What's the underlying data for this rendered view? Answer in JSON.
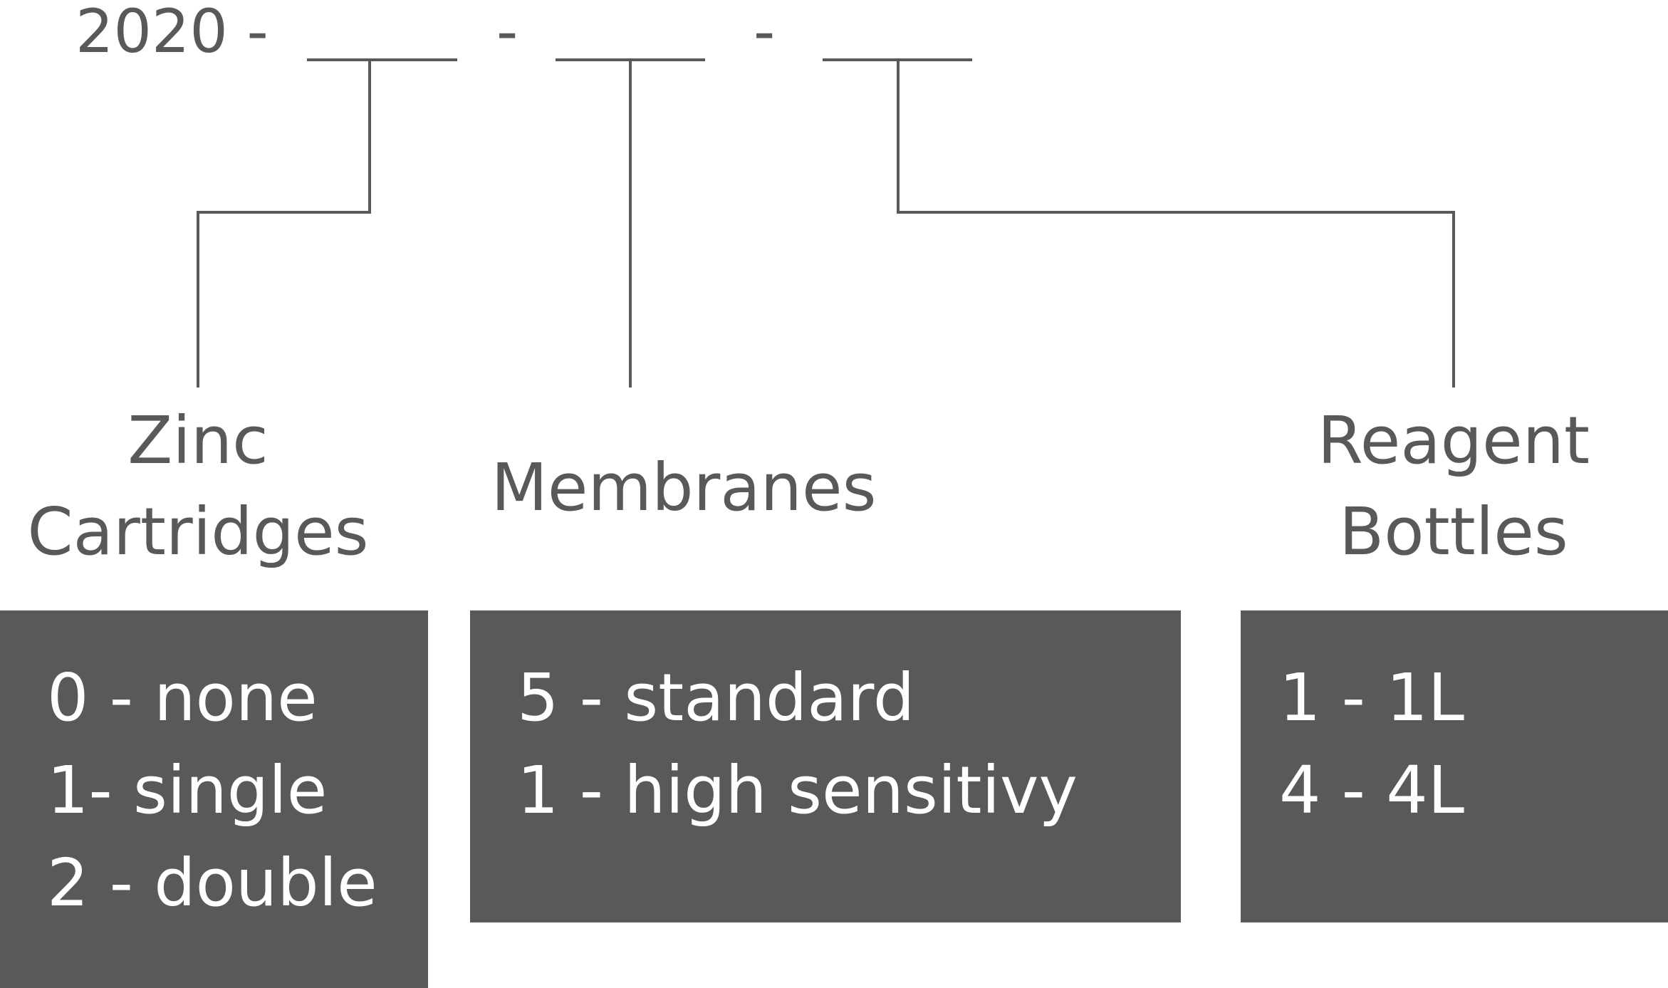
{
  "code": {
    "prefix": "2020 -",
    "separator_1": "-",
    "separator_2": "-"
  },
  "categories": [
    {
      "title_line1": "Zinc",
      "title_line2": "Cartridges",
      "options": [
        "0 - none",
        "1- single",
        "2 - double"
      ]
    },
    {
      "title_line1": "Membranes",
      "options": [
        "5 - standard",
        "1 - high sensitivy"
      ]
    },
    {
      "title_line1": "Reagent",
      "title_line2": "Bottles",
      "options": [
        "1 - 1L",
        "4 - 4L"
      ]
    }
  ],
  "colors": {
    "text": "#58595b",
    "box_fill": "#58595b",
    "box_text": "#ffffff",
    "lines": "#58595b"
  }
}
